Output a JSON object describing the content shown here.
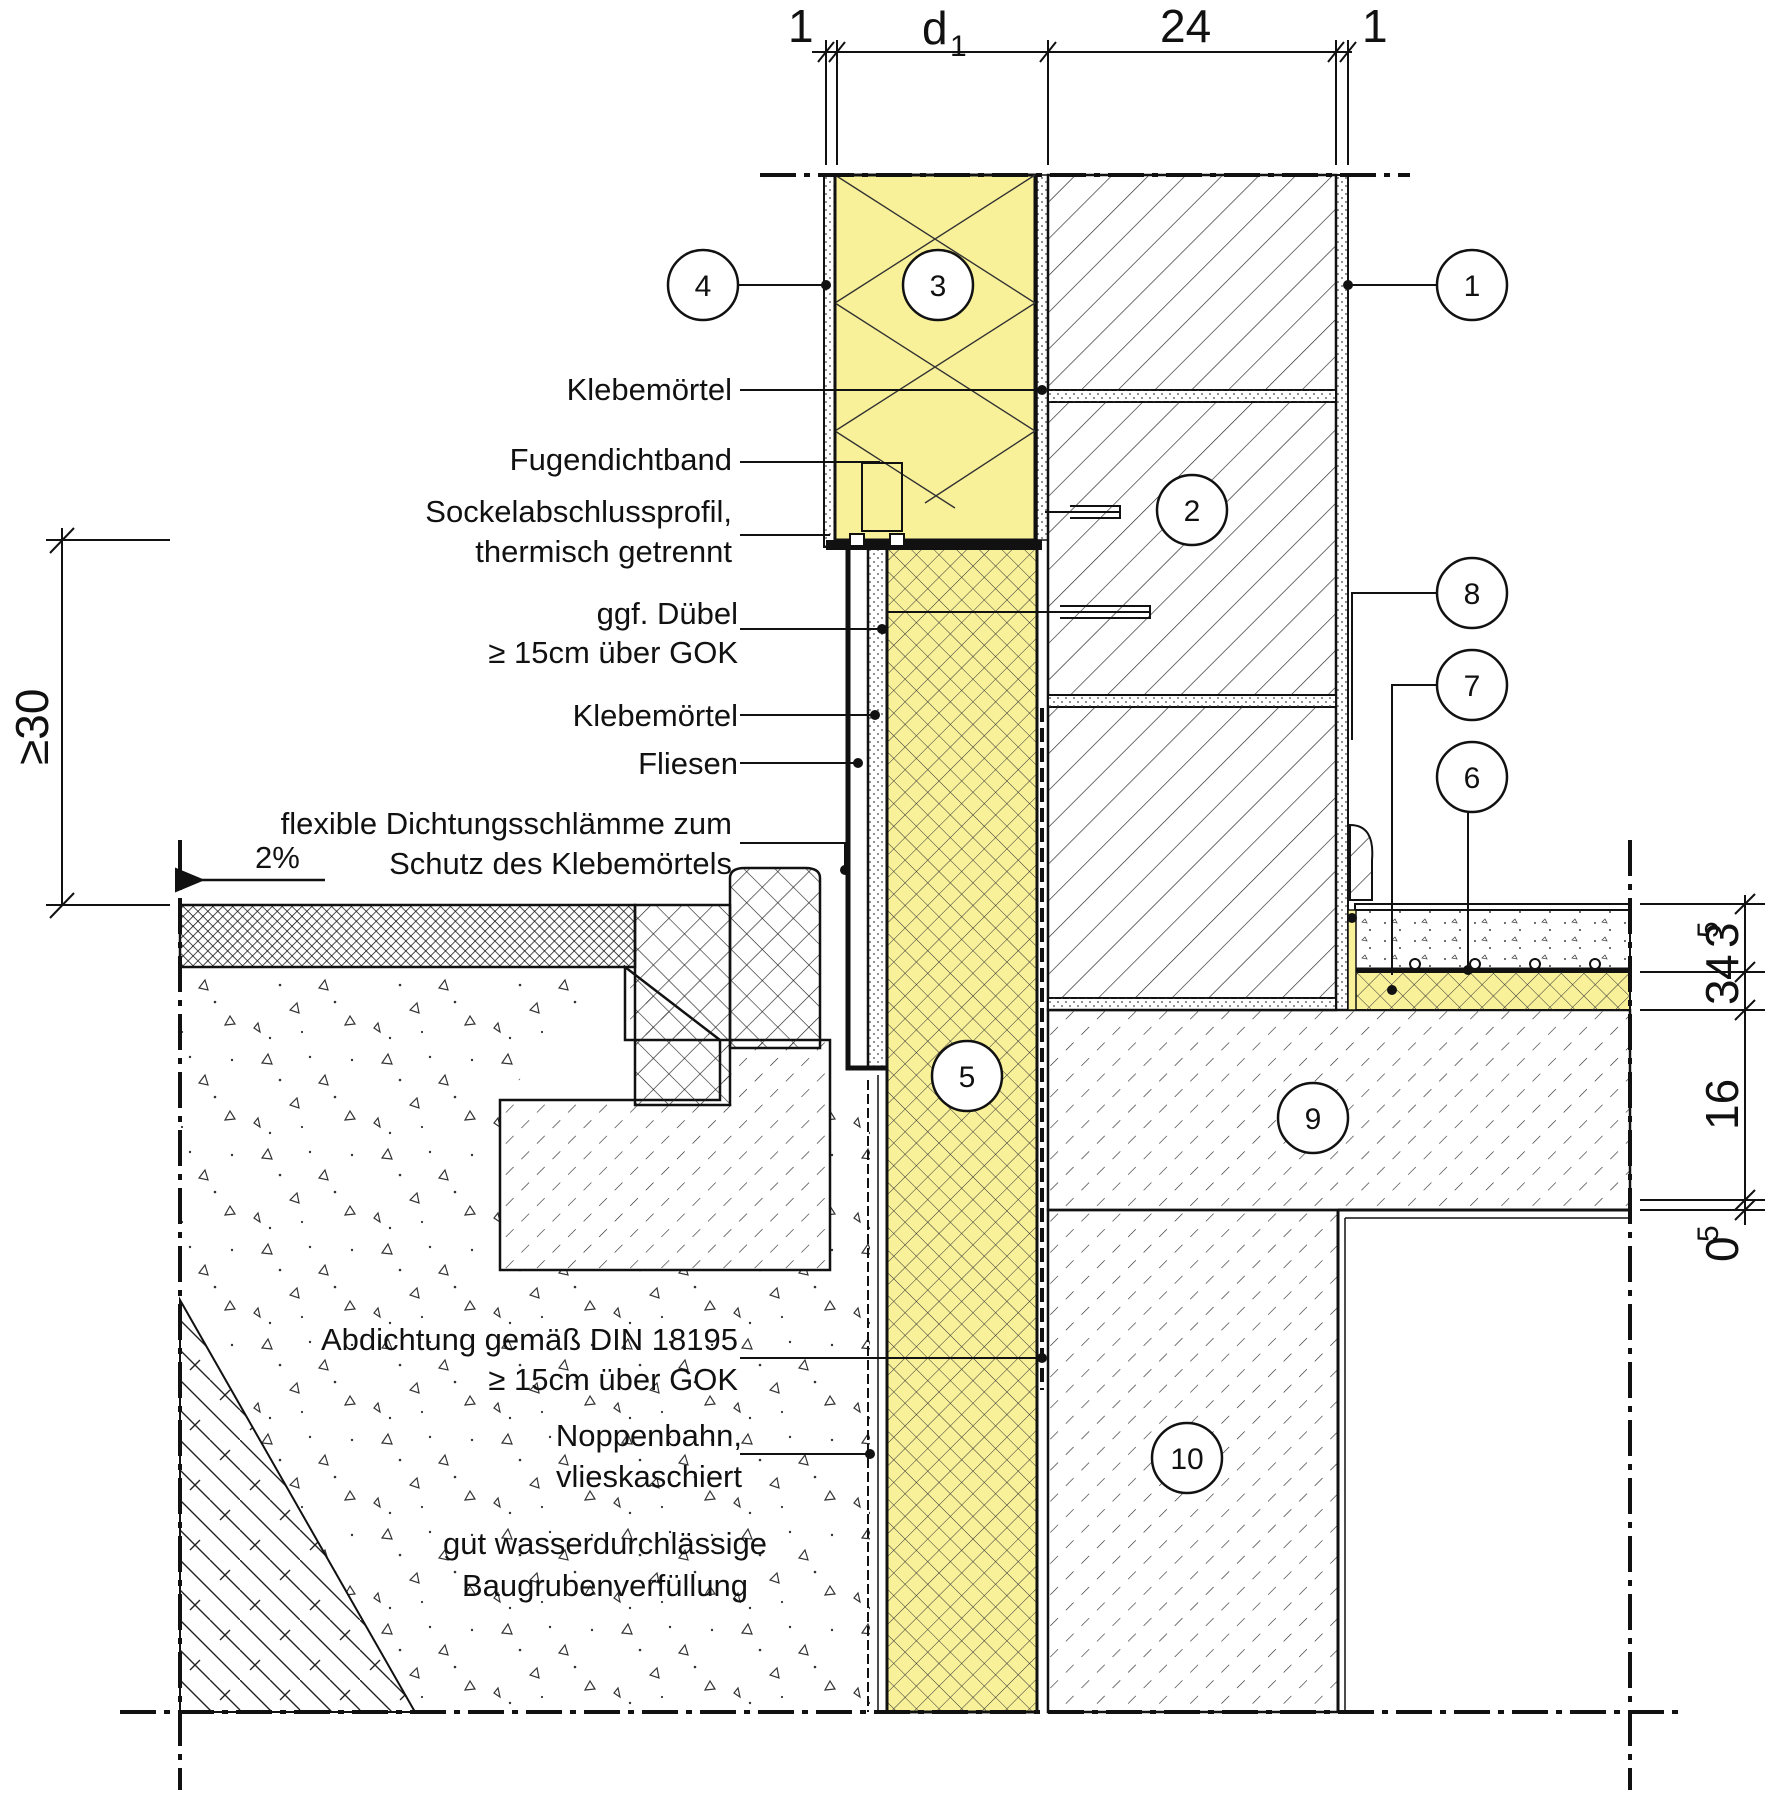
{
  "dimensions": {
    "top": [
      "1",
      "d",
      "1",
      "24",
      "1"
    ],
    "min_height": "≥30",
    "slope": "2%",
    "right": [
      "3",
      "4",
      "5",
      "3",
      "16",
      "0",
      "5"
    ]
  },
  "labels": {
    "klebemoertel_top": "Klebemörtel",
    "fugendichtband": "Fugendichtband",
    "sockel_1": "Sockelabschlussprofil,",
    "sockel_2": "thermisch getrennt",
    "duebel_1": "ggf. Dübel",
    "duebel_2": "≥ 15cm über GOK",
    "klebemoertel_mid": "Klebemörtel",
    "fliesen": "Fliesen",
    "schlaemme_1": "flexible Dichtungsschlämme zum",
    "schlaemme_2": "Schutz des Klebemörtels",
    "abdichtung_1": "Abdichtung gemäß DIN 18195",
    "abdichtung_2": "≥ 15cm über GOK",
    "noppen_1": "Noppenbahn,",
    "noppen_2": "vlieskaschiert",
    "verfuellung_1": "gut wasserdurchlässige",
    "verfuellung_2": "Baugrubenverfüllung"
  },
  "callouts": [
    "1",
    "2",
    "3",
    "4",
    "5",
    "6",
    "7",
    "8",
    "9",
    "10"
  ],
  "colors": {
    "insulation": "#f8f19a",
    "line": "#111111",
    "background": "#ffffff"
  }
}
